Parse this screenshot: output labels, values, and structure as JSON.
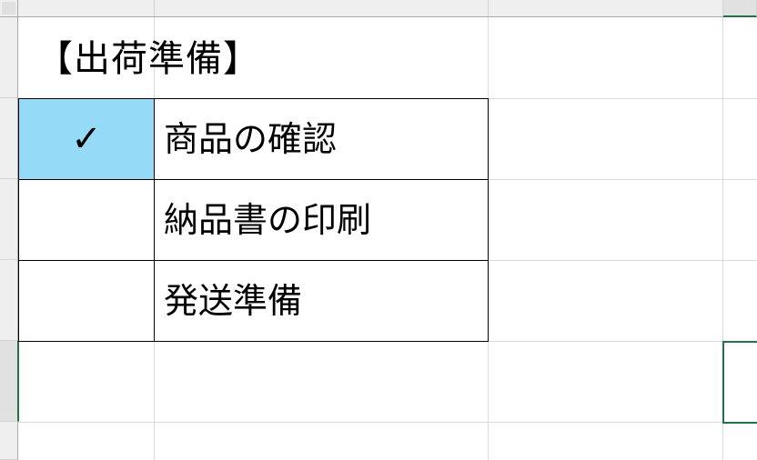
{
  "sheet": {
    "title": "【出荷準備】",
    "checklist": [
      {
        "check": "✓",
        "task": "商品の確認",
        "checked": true
      },
      {
        "check": "",
        "task": "納品書の印刷",
        "checked": false
      },
      {
        "check": "",
        "task": "発送準備",
        "checked": false
      }
    ],
    "colors": {
      "checked_fill": "#95dbf7",
      "selection": "#217346",
      "header_bg": "#efefef",
      "gridline": "#dadada"
    }
  }
}
